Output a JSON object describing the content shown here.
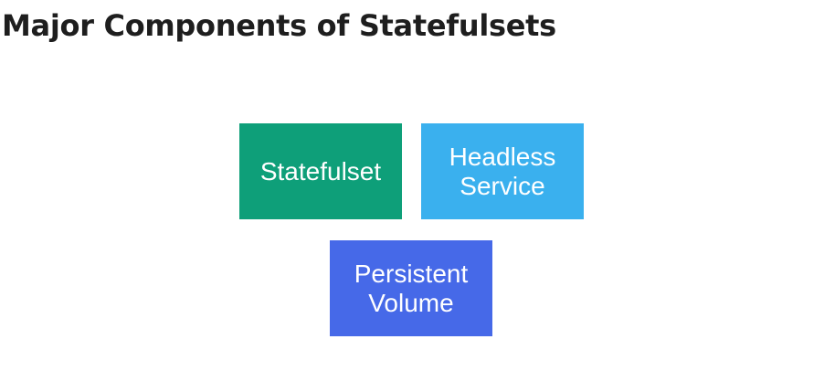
{
  "title": "Major Components of Statefulsets",
  "components": [
    {
      "label_lines": [
        "Statefulset"
      ],
      "color": "#0e9f79"
    },
    {
      "label_lines": [
        "Headless",
        "Service"
      ],
      "color": "#3ab0ee"
    },
    {
      "label_lines": [
        "Persistent",
        "Volume"
      ],
      "color": "#4669e8"
    }
  ]
}
